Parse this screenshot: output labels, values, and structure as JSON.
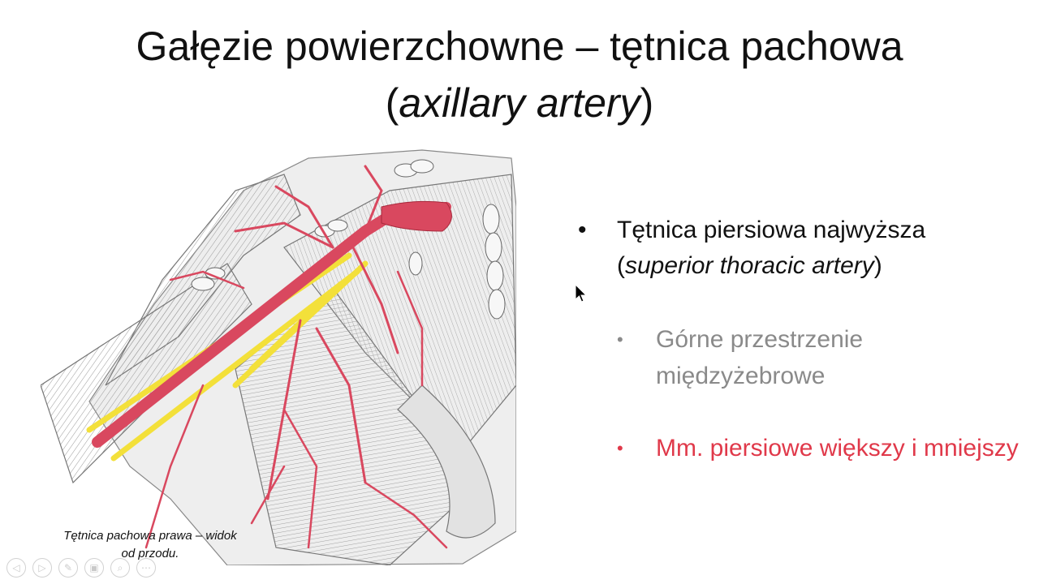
{
  "slide": {
    "title_line1": "Gałęzie powierzchowne – tętnica pachowa",
    "title_open_paren": "(",
    "title_italic": "axillary artery",
    "title_close_paren": ")"
  },
  "bullets": [
    {
      "level": 1,
      "text": "Tętnica piersiowa najwyższa",
      "italic_open": "(",
      "italic_text": "superior thoracic artery",
      "italic_close": ")",
      "color": "#111111"
    },
    {
      "level": 2,
      "text": "Górne przestrzenie międzyżebrowe",
      "color": "#8a8a8a"
    },
    {
      "level": 2,
      "text": "Mm. piersiowe większy i mniejszy",
      "color": "#e0394a"
    }
  ],
  "figure": {
    "caption": "Tętnica pachowa prawa – widok od przodu."
  },
  "colors": {
    "artery": "#d9485f",
    "nerve": "#f3e03a",
    "muscle_line": "#7a7a7a",
    "accent_red": "#e0394a",
    "gray_text": "#8a8a8a"
  },
  "toolbar": {
    "icons": [
      "previous-icon",
      "next-icon",
      "pen-icon",
      "slides-icon",
      "zoom-icon",
      "more-icon"
    ],
    "prev_glyph": "◁",
    "next_glyph": "▷",
    "pen_glyph": "✎",
    "slides_glyph": "▣",
    "zoom_glyph": "⌕",
    "more_glyph": "⋯"
  }
}
